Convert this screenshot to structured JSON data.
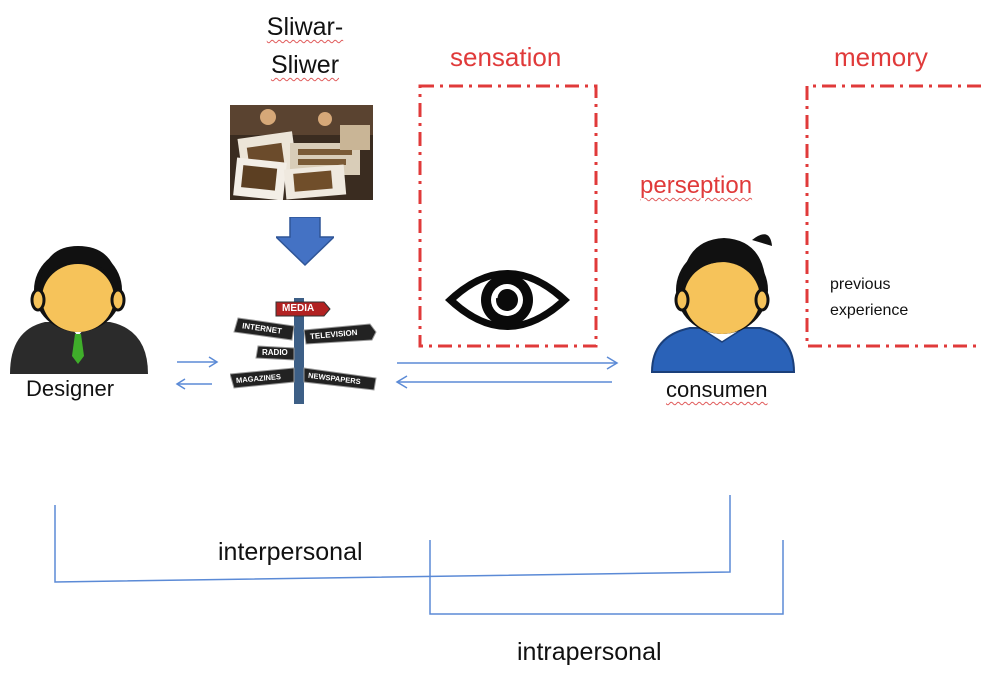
{
  "source_label_line1": "Sliwar-",
  "source_label_line2": "Sliwer",
  "sensation_label": "sensation",
  "memory_label": "memory",
  "perception_label": "perseption",
  "designer_label": "Designer",
  "consumer_label": "consumen",
  "memory_note_line1": "previous",
  "memory_note_line2": "experience",
  "interpersonal_label": "interpersonal",
  "intrapersonal_label": "intrapersonal",
  "media_signs": [
    "MEDIA",
    "INTERNET",
    "TELEVISION",
    "RADIO",
    "MAGAZINES",
    "NEWSPAPERS"
  ],
  "colors": {
    "accent_red": "#e03a3a",
    "arrow_blue": "#4472c4",
    "line_blue": "#5b8ad6",
    "skin": "#f6c35a",
    "consumer_shirt": "#2a62b8",
    "designer_suit": "#2b2b2b",
    "tie_green": "#3fae2a"
  },
  "icons": {
    "designer": "businessman-avatar-icon",
    "consumer": "person-avatar-icon",
    "eye": "eye-icon",
    "down_arrow": "down-arrow-icon",
    "signpost": "media-signpost-icon",
    "photo": "photo-collage-image"
  }
}
